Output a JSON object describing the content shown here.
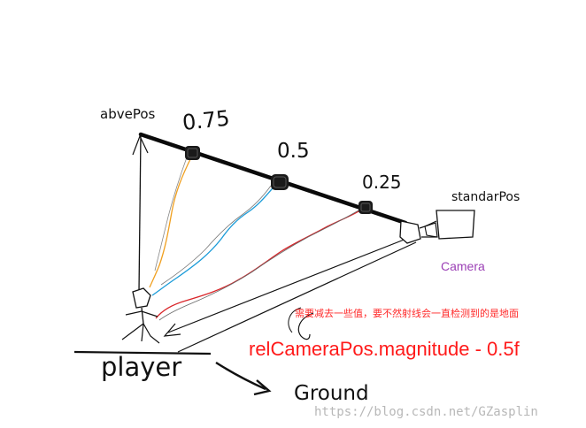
{
  "labels": {
    "above_pos": "abvePos",
    "mark_075": "0.75",
    "mark_05": "0.5",
    "mark_025": "0.25",
    "standard_pos": "standarPos",
    "camera": "Camera",
    "note_cn": "需要减去一些值，要不然射线会一直检测到的是地面",
    "formula": "relCameraPos.magnitude - 0.5f",
    "player": "player",
    "ground": "Ground",
    "watermark": "https://blog.csdn.net/GZasplin"
  },
  "colors": {
    "ink": "#111111",
    "camera_label": "#9b3fb5",
    "formula": "#ff1a1a",
    "note": "#ff2a2a",
    "ray_075": "#f0a020",
    "ray_05": "#1a9bd8",
    "ray_025": "#d9262a",
    "watermark": "#b8b8b8"
  },
  "icons": {
    "player": "stick-figure-icon",
    "camera_body": "camera-icon",
    "camera_frame": "standard-camera-icon",
    "marker": "sample-point-icon"
  }
}
